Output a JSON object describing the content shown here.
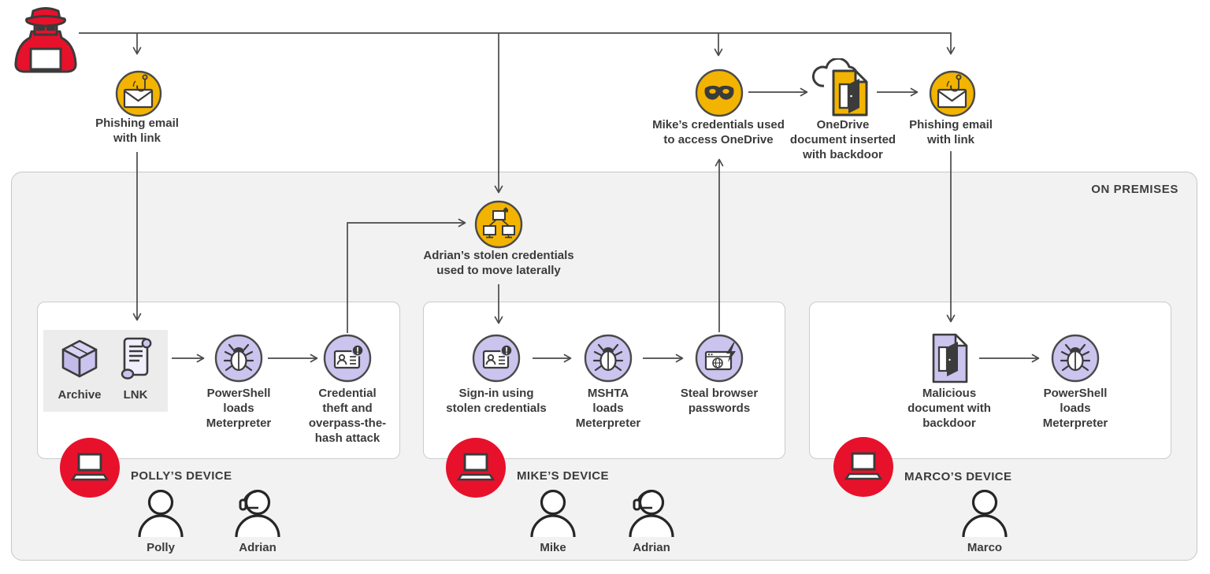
{
  "colors": {
    "accent_yellow": "#F2B400",
    "accent_purple": "#CBC4EE",
    "accent_red": "#E8112B",
    "line_gray": "#4A4A4A",
    "text_gray": "#3B3B3B",
    "onprem_bg": "#F2F2F2"
  },
  "on_premises": {
    "label": "ON PREMISES"
  },
  "top_flow": {
    "phishing_left": {
      "label": "Phishing email\nwith link",
      "icon": "phishing-email-icon"
    },
    "lateral": {
      "label": "Adrian’s stolen credentials\nused to move laterally",
      "icon": "lateral-movement-icon"
    },
    "mike_credentials": {
      "label": "Mike’s credentials used\nto access OneDrive",
      "icon": "mask-icon"
    },
    "onedrive": {
      "label": "OneDrive\ndocument inserted\nwith backdoor",
      "icon": "onedrive-document-icon"
    },
    "phishing_right": {
      "label": "Phishing email\nwith link",
      "icon": "phishing-email-icon"
    }
  },
  "polly": {
    "device_label": "POLLY’S DEVICE",
    "archive": "Archive",
    "lnk": "LNK",
    "powershell": "PowerShell\nloads\nMeterpreter",
    "credential_theft": "Credential\ntheft and\noverpass-the-\nhash attack",
    "people": [
      "Polly",
      "Adrian"
    ]
  },
  "mike": {
    "device_label": "MIKE’S DEVICE",
    "signin": "Sign-in using\nstolen credentials",
    "mshta": "MSHTA\nloads\nMeterpreter",
    "steal_passwords": "Steal browser\npasswords",
    "people": [
      "Mike",
      "Adrian"
    ]
  },
  "marco": {
    "device_label": "MARCO’S DEVICE",
    "malicious_doc": "Malicious\ndocument with\nbackdoor",
    "powershell": "PowerShell\nloads\nMeterpreter",
    "people": [
      "Marco"
    ]
  }
}
